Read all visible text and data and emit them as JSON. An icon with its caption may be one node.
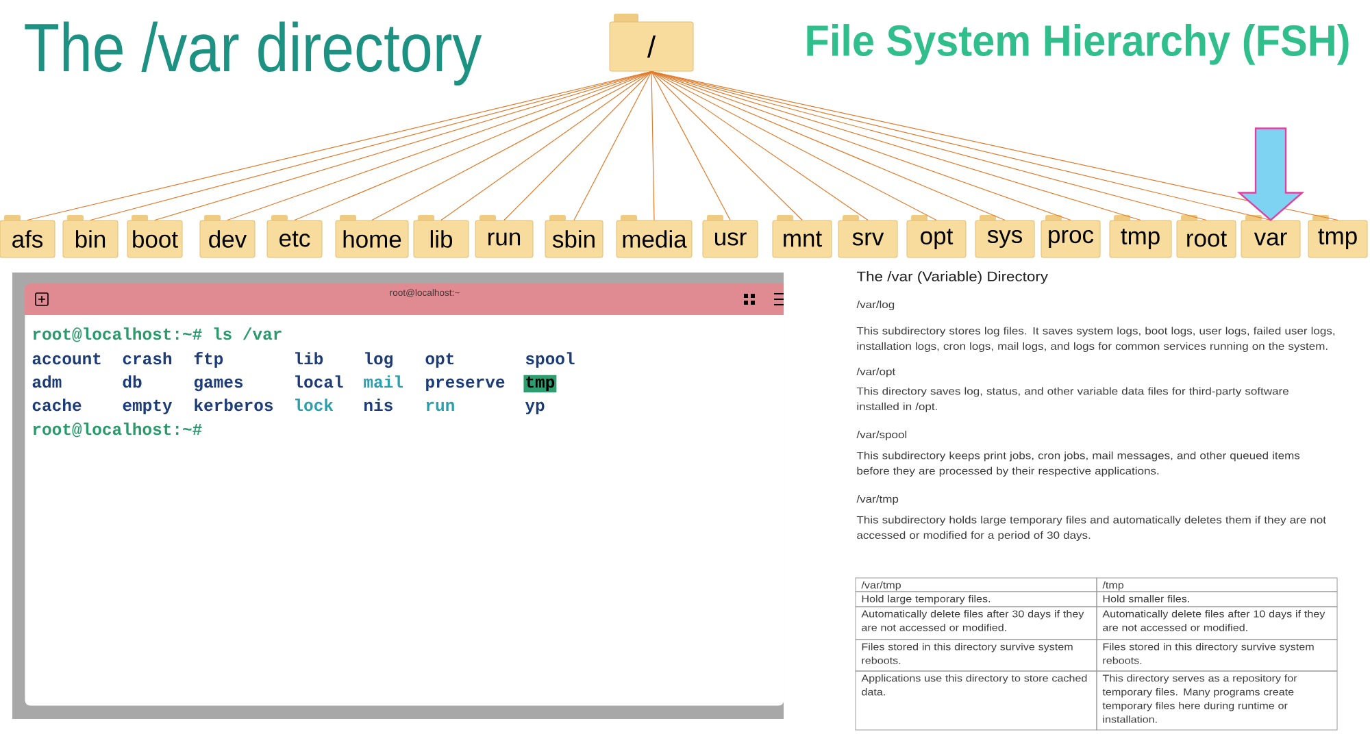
{
  "diagram": {
    "title": "The /var directory",
    "nodes": [
      {
        "text": [
          "/"
        ]
      },
      {
        "text": [
          "afs"
        ]
      },
      {
        "text": [
          "bin"
        ]
      },
      {
        "text": [
          "boot"
        ]
      },
      {
        "text": [
          "dev"
        ]
      },
      {
        "text": [
          "etc"
        ]
      },
      {
        "text": [
          "home"
        ]
      },
      {
        "text": [
          "lib"
        ]
      },
      {
        "text": [
          "run"
        ]
      },
      {
        "text": [
          "sbin"
        ]
      },
      {
        "text": [
          "media"
        ]
      },
      {
        "text": [
          "usr"
        ]
      },
      {
        "text": [
          "mnt"
        ]
      },
      {
        "text": [
          "srv"
        ]
      },
      {
        "text": [
          "opt"
        ]
      },
      {
        "text": [
          "sys"
        ]
      },
      {
        "text": [
          "proc"
        ]
      },
      {
        "text": [
          "tmp"
        ]
      },
      {
        "text": [
          "root"
        ]
      },
      {
        "text": [
          "var"
        ]
      },
      {
        "text": [
          "tmp"
        ]
      },
      {
        "text": [
          "root@localhost:~",
          "root@localhost:~# ls /var",
          "account",
          "crash",
          "ftp",
          "lib",
          "log",
          "opt",
          "spool",
          "adm",
          "db",
          "games",
          "local",
          "mail",
          "preserve",
          "tmp",
          "cache",
          "empty",
          "kerberos",
          "lock",
          "nis",
          "run",
          "yp",
          "root@localhost:~#"
        ]
      }
    ],
    "edges": [
      {
        "from": 0,
        "to": 1,
        "arrow": "none"
      },
      {
        "from": 0,
        "to": 2,
        "arrow": "none"
      },
      {
        "from": 0,
        "to": 3,
        "arrow": "none"
      },
      {
        "from": 0,
        "to": 4,
        "arrow": "none"
      },
      {
        "from": 0,
        "to": 5,
        "arrow": "none"
      },
      {
        "from": 0,
        "to": 6,
        "arrow": "none"
      },
      {
        "from": 0,
        "to": 7,
        "arrow": "none"
      },
      {
        "from": 0,
        "to": 8,
        "arrow": "none"
      },
      {
        "from": 0,
        "to": 9,
        "arrow": "none"
      },
      {
        "from": 0,
        "to": 10,
        "arrow": "none"
      },
      {
        "from": 0,
        "to": 11,
        "arrow": "none"
      },
      {
        "from": 0,
        "to": 12,
        "arrow": "none"
      },
      {
        "from": 0,
        "to": 13,
        "arrow": "none"
      },
      {
        "from": 0,
        "to": 14,
        "arrow": "none"
      },
      {
        "from": 0,
        "to": 15,
        "arrow": "none"
      },
      {
        "from": 0,
        "to": 16,
        "arrow": "none"
      },
      {
        "from": 0,
        "to": 17,
        "arrow": "none"
      },
      {
        "from": 0,
        "to": 18,
        "arrow": "none"
      },
      {
        "from": 0,
        "to": 19,
        "arrow": "none"
      },
      {
        "from": 0,
        "to": 20,
        "arrow": "none"
      },
      {
        "from": null,
        "to": 19,
        "arrow": "to",
        "color": "#e0409f"
      }
    ],
    "labels": [
      "File System Hierarchy (FSH)",
      "The /var (Variable) Directory",
      "/var/log",
      "This subdirectory stores log files. It saves system logs, boot logs, user logs, failed user logs, installation logs, cron logs, mail logs, and logs for common services running on the system.",
      "/var/opt",
      "This directory saves log, status, and other variable data files for third-party software installed in /opt.",
      "/var/spool",
      "This subdirectory keeps print jobs, cron jobs, mail messages, and other queued items before they are processed by their respective applications.",
      "/var/tmp",
      "This subdirectory holds large temporary files and automatically deletes them if they are not accessed or modified for a period of 30 days.",
      "/var/tmp",
      "/tmp",
      "Hold large temporary files.",
      "Hold smaller files.",
      "Automatically delete files after 30 days if they are not accessed or modified.",
      "Automatically delete files after 10 days if they are not accessed or modified.",
      "Files stored in this directory survive system reboots.",
      "Files stored in this directory survive system reboots.",
      "Applications use this directory to store cached data.",
      "This directory serves as a repository for temporary files. Many programs create temporary files here during runtime or installation."
    ]
  }
}
